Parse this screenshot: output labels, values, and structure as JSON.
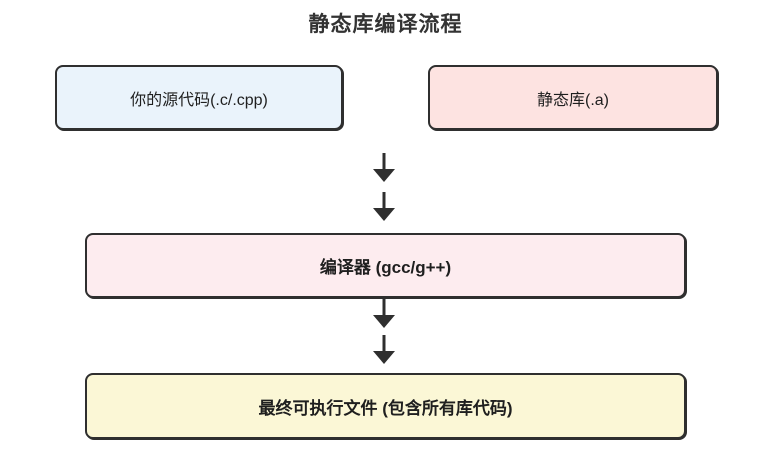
{
  "title": "静态库编译流程",
  "nodes": {
    "source": {
      "label": "你的源代码(.c/.cpp)"
    },
    "static_lib": {
      "label": "静态库(.a)"
    },
    "compiler": {
      "label": "编译器 (gcc/g++)"
    },
    "executable": {
      "label": "最终可执行文件 (包含所有库代码)"
    }
  },
  "flow": {
    "edges": [
      "source -> compiler",
      "static_lib -> compiler",
      "compiler -> executable"
    ]
  },
  "colors": {
    "background": "#ffffff",
    "title": "#333333",
    "node_text": "#1f1f1f",
    "node_border": "#2f2f2f",
    "arrow": "#2f2f2f",
    "source_fill": "#eaf3fb",
    "static_lib_fill": "#fde3e1",
    "compiler_fill": "#fdecef",
    "executable_fill": "#fbf7d6"
  }
}
